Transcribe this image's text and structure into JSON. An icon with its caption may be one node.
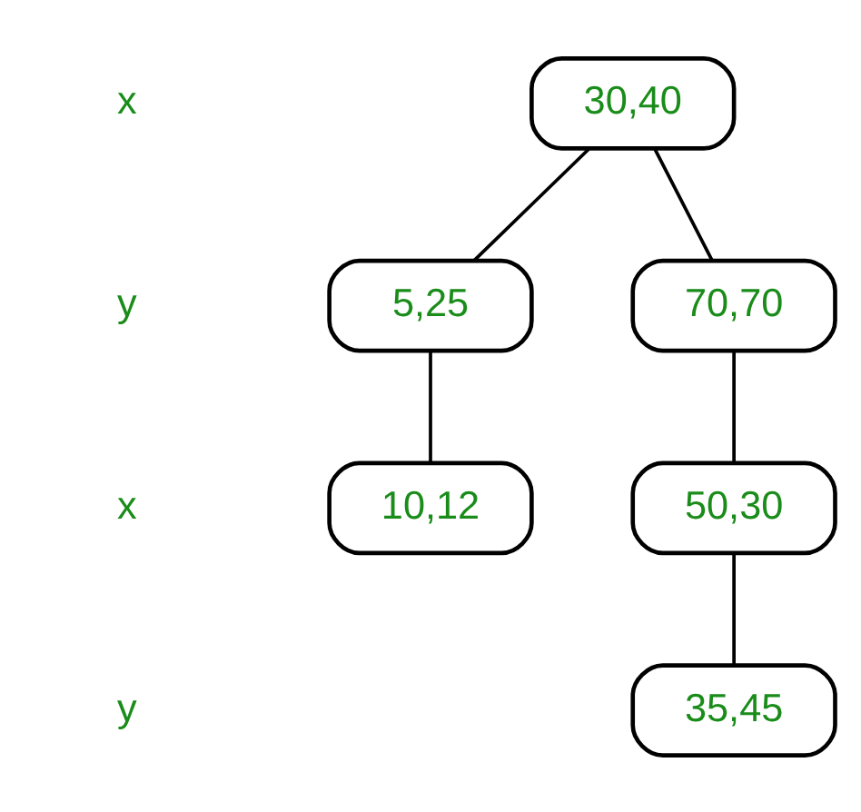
{
  "diagram": {
    "nodes": [
      {
        "text": [
          "30,40"
        ]
      },
      {
        "text": [
          "5,25"
        ]
      },
      {
        "text": [
          "70,70"
        ]
      },
      {
        "text": [
          "10,12"
        ]
      },
      {
        "text": [
          "50,30"
        ]
      },
      {
        "text": [
          "35,45"
        ]
      }
    ],
    "edges": [
      {
        "from": 0,
        "to": 1,
        "arrow": "none"
      },
      {
        "from": 0,
        "to": 2,
        "arrow": "none"
      },
      {
        "from": 1,
        "to": 3,
        "arrow": "none"
      },
      {
        "from": 2,
        "to": 4,
        "arrow": "none"
      },
      {
        "from": 4,
        "to": 5,
        "arrow": "none"
      }
    ],
    "labels": [
      "x",
      "y",
      "x",
      "y"
    ]
  }
}
